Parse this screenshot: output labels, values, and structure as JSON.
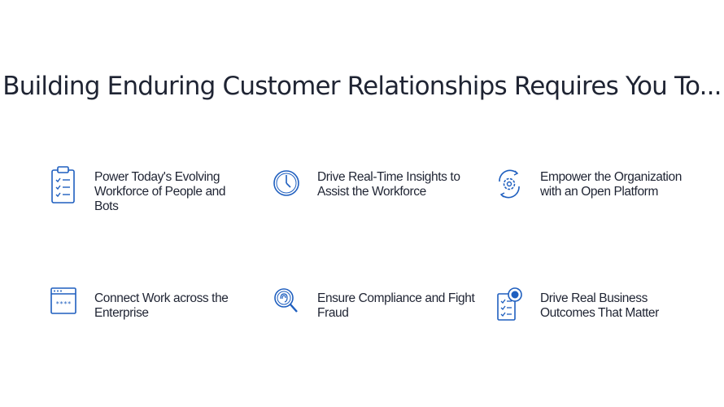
{
  "headline": "Building Enduring Customer Relationships Requires You To...",
  "colors": {
    "icon_blue": "#1f5fbf",
    "text": "#1f2433",
    "background": "#ffffff"
  },
  "features": [
    {
      "icon": "clipboard-checklist-icon",
      "text": "Power Today's Evolving Workforce of People and Bots"
    },
    {
      "icon": "clock-icon",
      "text": "Drive Real-Time Insights to Assist the Workforce"
    },
    {
      "icon": "gear-cycle-icon",
      "text": "Empower the Organization with an Open Platform"
    },
    {
      "icon": "password-window-icon",
      "text": "Connect Work across the Enterprise"
    },
    {
      "icon": "magnifier-fingerprint-icon",
      "text": "Ensure Compliance and Fight Fraud"
    },
    {
      "icon": "checklist-target-icon",
      "text": "Drive Real Business Outcomes That Matter"
    }
  ]
}
